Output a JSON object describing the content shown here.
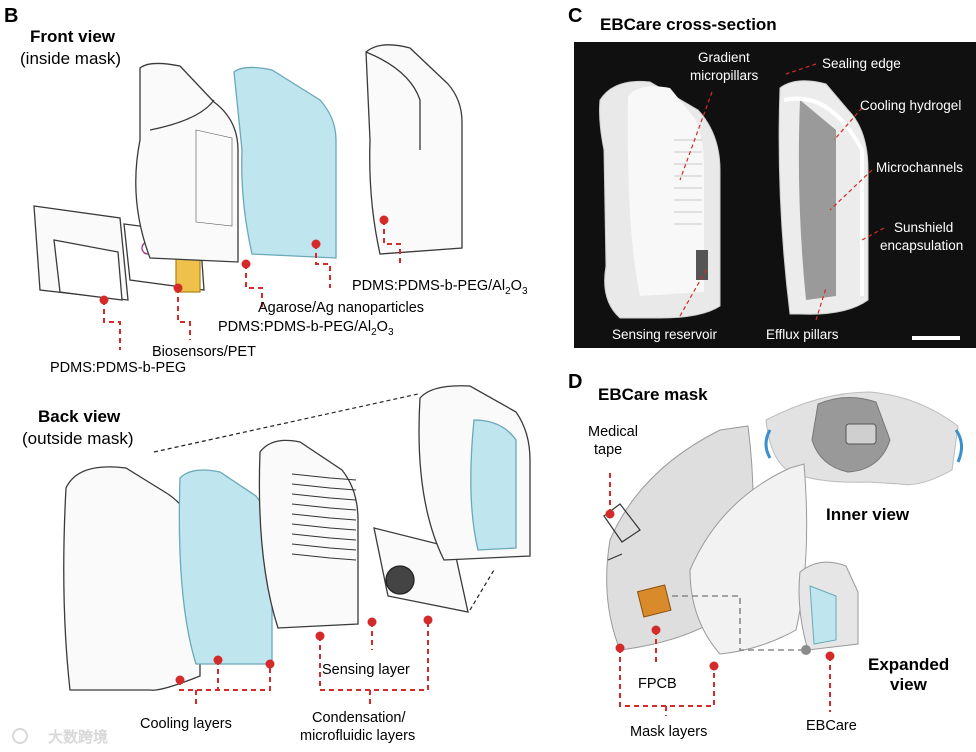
{
  "panel_b": {
    "letter": "B",
    "front_title": "Front view",
    "front_subtitle": "(inside mask)",
    "back_title": "Back view",
    "back_subtitle": "(outside mask)",
    "front_labels": {
      "l1": "PDMS:PDMS-b-PEG",
      "l2": "Biosensors/PET",
      "l3_main": "PDMS:PDMS-b-PEG/Al",
      "l3_sub": "2",
      "l3_mid": "O",
      "l3_sub2": "3",
      "l4": "Agarose/Ag nanoparticles",
      "l5_main": "PDMS:PDMS-b-PEG/Al",
      "l5_sub": "2",
      "l5_mid": "O",
      "l5_sub2": "3"
    },
    "back_labels": {
      "cooling": "Cooling layers",
      "sensing": "Sensing layer",
      "condensation_1": "Condensation/",
      "condensation_2": "microfluidic layers"
    }
  },
  "panel_c": {
    "letter": "C",
    "title": "EBCare cross-section",
    "labels": {
      "gradient_1": "Gradient",
      "gradient_2": "micropillars",
      "sealing": "Sealing edge",
      "cooling": "Cooling hydrogel",
      "microchannels": "Microchannels",
      "sunshield_1": "Sunshield",
      "sunshield_2": "encapsulation",
      "reservoir": "Sensing reservoir",
      "efflux": "Efflux pillars"
    }
  },
  "panel_d": {
    "letter": "D",
    "title": "EBCare mask",
    "labels": {
      "tape_1": "Medical",
      "tape_2": "tape",
      "inner": "Inner view",
      "expanded_1": "Expanded",
      "expanded_2": "view",
      "fpcb": "FPCB",
      "mask_layers": "Mask layers",
      "ebcare": "EBCare"
    }
  },
  "watermark": "大数跨境",
  "colors": {
    "red": "#d42a2a",
    "hydrogel": "#bfe6ee",
    "line": "#3a3a3a",
    "dark_panel": "#101010"
  }
}
